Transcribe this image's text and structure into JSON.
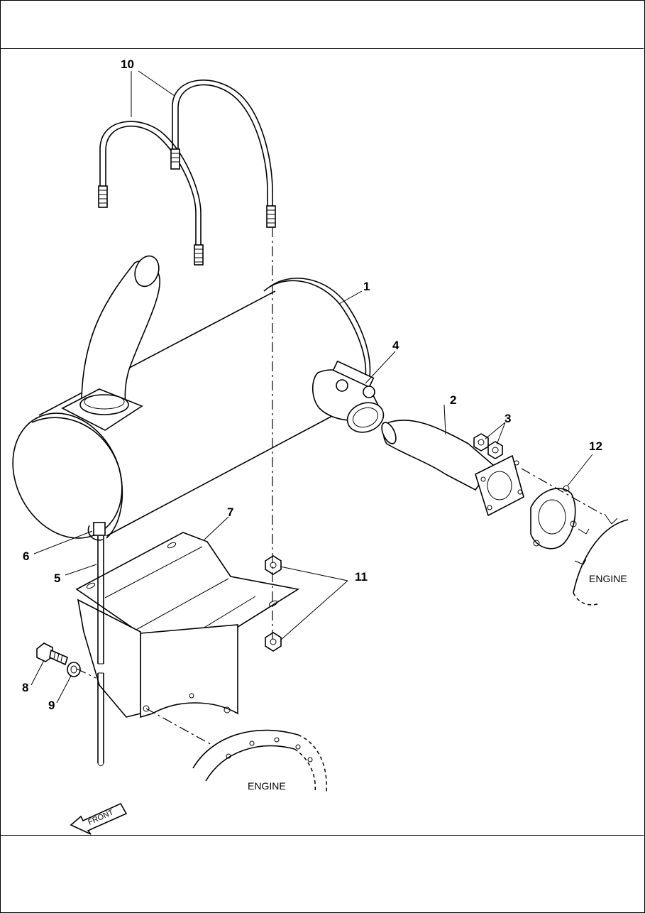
{
  "callouts": [
    {
      "id": "c1",
      "text": "1"
    },
    {
      "id": "c2",
      "text": "2"
    },
    {
      "id": "c3",
      "text": "3"
    },
    {
      "id": "c4",
      "text": "4"
    },
    {
      "id": "c5",
      "text": "5"
    },
    {
      "id": "c6",
      "text": "6"
    },
    {
      "id": "c7",
      "text": "7"
    },
    {
      "id": "c8",
      "text": "8"
    },
    {
      "id": "c9",
      "text": "9"
    },
    {
      "id": "c10",
      "text": "10"
    },
    {
      "id": "c11",
      "text": "11"
    },
    {
      "id": "c12",
      "text": "12"
    }
  ],
  "labels": {
    "engine_right": "ENGINE",
    "engine_bottom": "ENGINE",
    "front_arrow": "FRONT"
  }
}
